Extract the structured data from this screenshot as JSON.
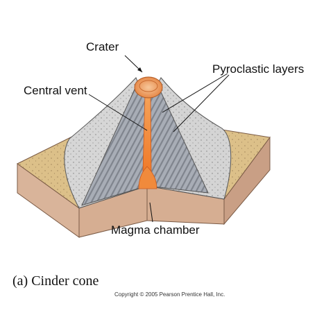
{
  "labels": {
    "crater": "Crater",
    "pyroclastic_layers": "Pyroclastic layers",
    "central_vent": "Central vent",
    "magma_chamber": "Magma chamber"
  },
  "caption": "(a) Cinder cone",
  "copyright": "Copyright © 2005 Pearson Prentice Hall, Inc.",
  "colors": {
    "ground_top": "#dcc089",
    "ground_side": "#d9b49a",
    "cone_surface": "#d6d6d6",
    "layer_gray": "#9ea3ac",
    "magma": "#f08a3c"
  }
}
